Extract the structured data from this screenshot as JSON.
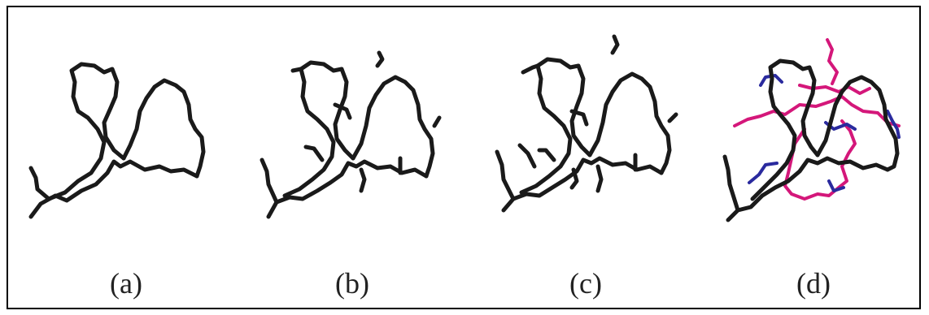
{
  "colors": {
    "frame": "#000000",
    "chain_black": "#1a1a1a",
    "chain_magenta": "#d4177a",
    "chain_blue": "#2a2a9e"
  },
  "panels": [
    {
      "label": "(a)"
    },
    {
      "label": "(b)"
    },
    {
      "label": "(c)"
    },
    {
      "label": "(d)"
    }
  ]
}
